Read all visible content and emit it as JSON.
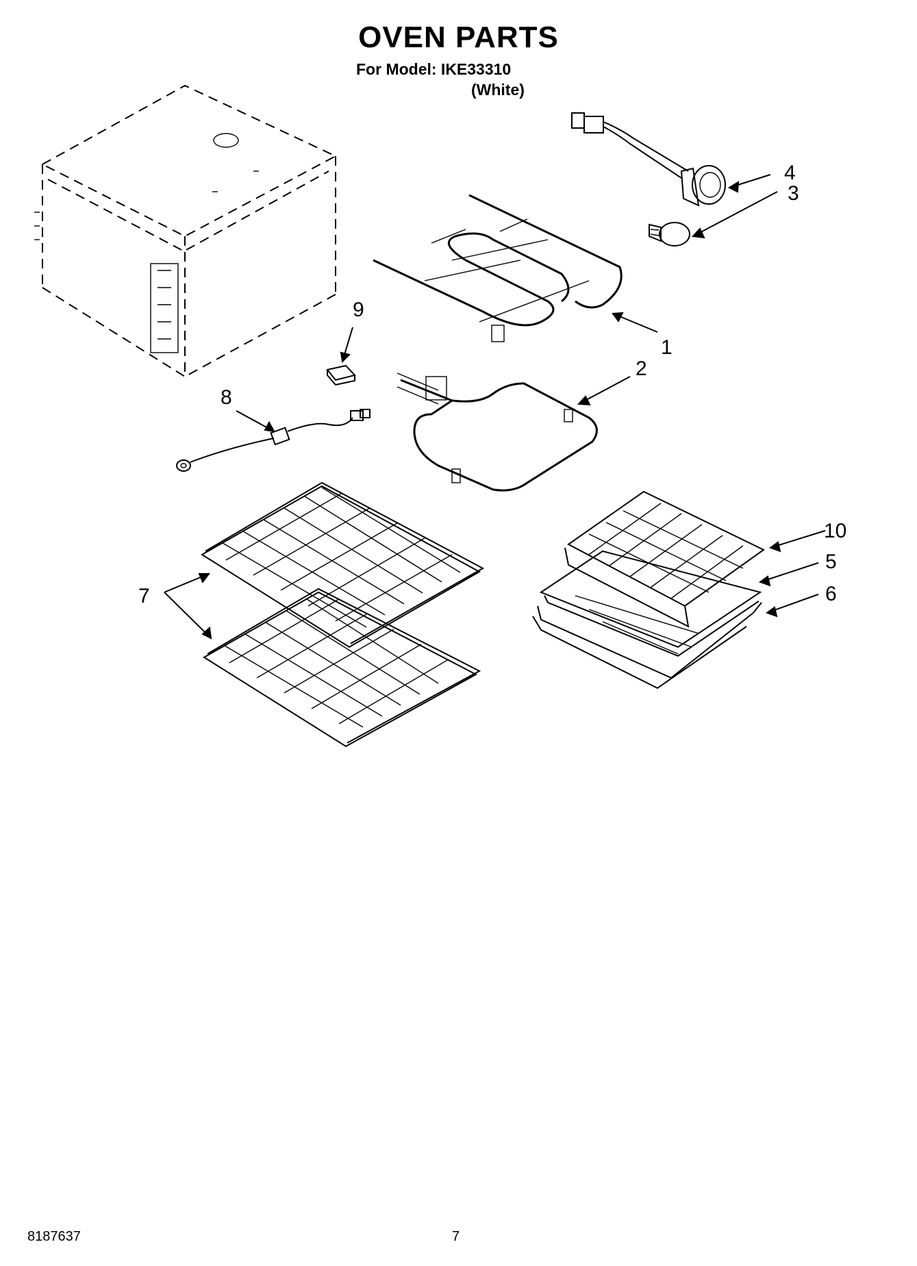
{
  "header": {
    "title": "OVEN PARTS",
    "model_line": "For Model: IKE33310",
    "variant": "(White)"
  },
  "callouts": [
    "1",
    "2",
    "3",
    "4",
    "5",
    "6",
    "7",
    "8",
    "9",
    "10"
  ],
  "footer": {
    "doc_number": "8187637",
    "page_number": "7"
  }
}
